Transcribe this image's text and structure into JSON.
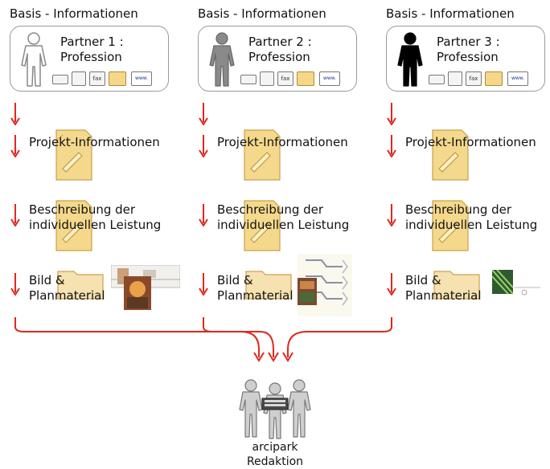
{
  "columns": [
    {
      "title": "Basis - Informationen",
      "partner": "Partner 1 :\nProfession",
      "person_color": "#ffffff",
      "projekt": "Projekt-Informationen",
      "beschreibung": "Beschreibung der\nindividuellen Leistung",
      "bild": "Bild &\nPlanmaterial"
    },
    {
      "title": "Basis - Informationen",
      "partner": "Partner 2 :\nProfession",
      "person_color": "#8a8a8a",
      "projekt": "Projekt-Informationen",
      "beschreibung": "Beschreibung der\nindividuellen Leistung",
      "bild": "Bild &\nPlanmaterial"
    },
    {
      "title": "Basis - Informationen",
      "partner": "Partner 3 :\nProfession",
      "person_color": "#000000",
      "projekt": "Projekt-Informationen",
      "beschreibung": "Beschreibung der\nindividuellen Leistung",
      "bild": "Bild &\nPlanmaterial"
    }
  ],
  "contact_icons": [
    "card-icon",
    "phone-icon",
    "fax-icon",
    "mail-icon",
    "www-icon"
  ],
  "contact_texts": {
    "fax": "fax",
    "www": "www."
  },
  "accent_color": "#e0281e",
  "bottom": {
    "label": "arcipark\nRedaktion"
  }
}
